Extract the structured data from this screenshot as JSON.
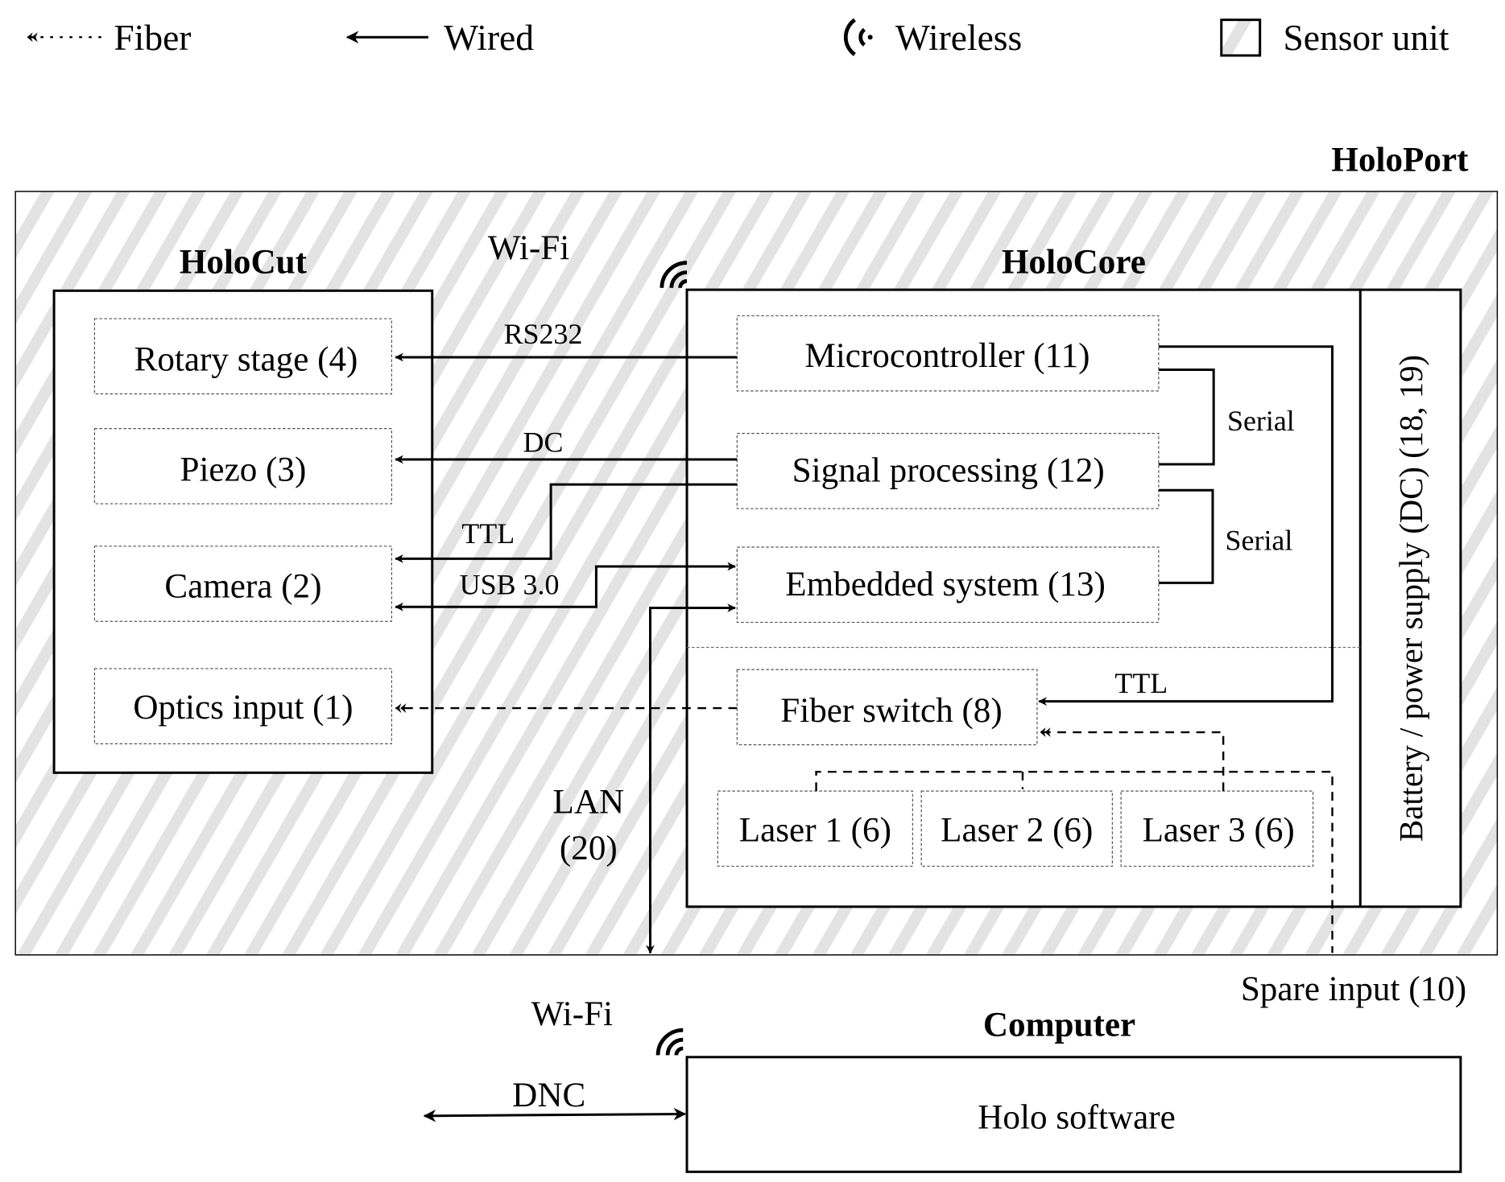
{
  "legend": {
    "fiber": "Fiber",
    "wired": "Wired",
    "wireless": "Wireless",
    "sensor_unit": "Sensor unit",
    "icons": [
      "fiber-arrow-icon",
      "wired-arrow-icon",
      "wireless-icon",
      "sensor-unit-hatch-icon"
    ]
  },
  "holoport": {
    "title": "HoloPort",
    "wifi_label": "Wi-Fi",
    "holocut": {
      "title": "HoloCut",
      "components": [
        "Rotary stage (4)",
        "Piezo (3)",
        "Camera (2)",
        "Optics input (1)"
      ]
    },
    "holocore": {
      "title": "HoloCore",
      "components": [
        "Microcontroller (11)",
        "Signal processing (12)",
        "Embedded system (13)",
        "Fiber switch (8)"
      ],
      "lasers": [
        "Laser 1 (6)",
        "Laser 2 (6)",
        "Laser 3 (6)"
      ],
      "power": "Battery / power supply (DC) (18, 19)"
    },
    "links": {
      "rs232": "RS232",
      "dc": "DC",
      "ttl_camera": "TTL",
      "usb": "USB 3.0",
      "serial_1": "Serial",
      "serial_2": "Serial",
      "ttl_fiber": "TTL",
      "lan": "LAN",
      "lan_num": "(20)"
    },
    "spare_input": "Spare input (10)"
  },
  "computer": {
    "title": "Computer",
    "wifi_label": "Wi-Fi",
    "software": "Holo software",
    "dnc": "DNC"
  },
  "colors": {
    "hatch": "#e3e3e3",
    "line": "#000000",
    "dashed_border": "#555555"
  }
}
